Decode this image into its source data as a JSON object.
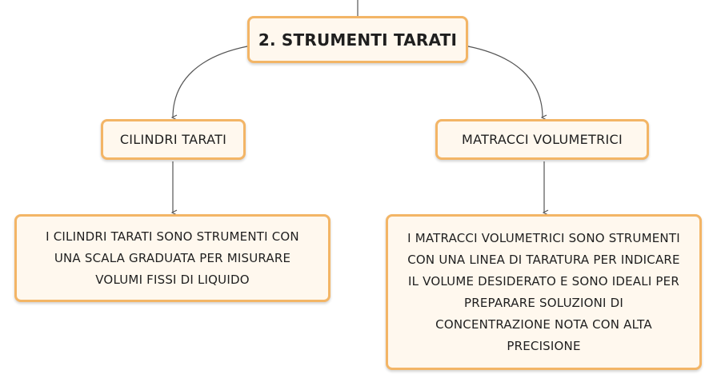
{
  "root": {
    "label": "2. STRUMENTI TARATI"
  },
  "branches": [
    {
      "label": "CILINDRI TARATI",
      "description_lines": [
        "I CILINDRI TARATI SONO STRUMENTI CON",
        "UNA SCALA GRADUATA PER MISURARE",
        "VOLUMI FISSI DI LIQUIDO"
      ]
    },
    {
      "label": "MATRACCI VOLUMETRICI",
      "description_lines": [
        "I MATRACCI VOLUMETRICI SONO STRUMENTI",
        "CON UNA LINEA DI TARATURA PER INDICARE",
        "IL VOLUME DESIDERATO E SONO IDEALI PER",
        "PREPARARE SOLUZIONI DI",
        "CONCENTRAZIONE NOTA CON ALTA",
        "PRECISIONE"
      ]
    }
  ],
  "colors": {
    "node_border": "#f3b566",
    "node_fill": "#fff8ee",
    "connector": "#555555"
  }
}
